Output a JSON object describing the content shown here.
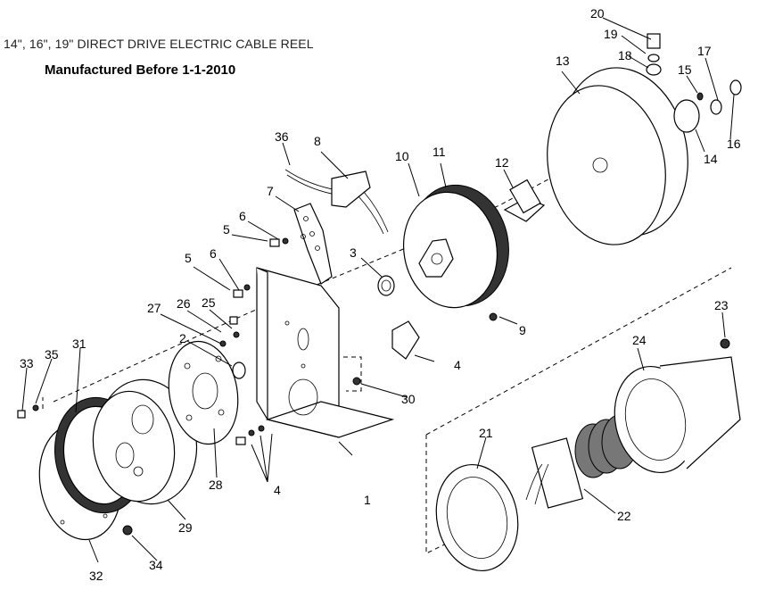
{
  "header": {
    "title": "14\", 16\", 19\" DIRECT DRIVE ELECTRIC CABLE REEL",
    "subtitle": "Manufactured Before 1-1-2010"
  },
  "part_numbers": [
    "1",
    "2",
    "3",
    "4",
    "4",
    "4",
    "5",
    "5",
    "6",
    "6",
    "7",
    "8",
    "9",
    "10",
    "11",
    "12",
    "13",
    "14",
    "15",
    "16",
    "17",
    "18",
    "19",
    "20",
    "21",
    "22",
    "23",
    "24",
    "25",
    "26",
    "27",
    "28",
    "29",
    "30",
    "31",
    "32",
    "33",
    "34",
    "35",
    "36"
  ]
}
